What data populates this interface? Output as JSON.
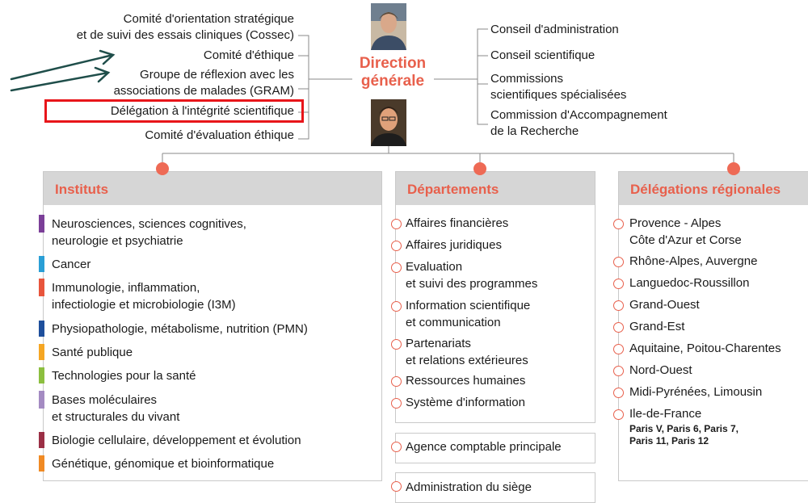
{
  "top_left": [
    {
      "label": "Comité d'orientation stratégique",
      "label2": "et de suivi des essais cliniques (Cossec)"
    },
    {
      "label": "Comité d'éthique"
    },
    {
      "label": "Groupe de réflexion avec les",
      "label2": "associations de malades (GRAM)"
    },
    {
      "label": "Délégation à l'intégrité scientifique"
    },
    {
      "label": "Comité d'évaluation éthique"
    }
  ],
  "direction": {
    "line1": "Direction",
    "line2": "générale"
  },
  "top_right": [
    {
      "label": "Conseil d'administration"
    },
    {
      "label": "Conseil scientifique"
    },
    {
      "label": "Commissions",
      "label2": "scientifiques spécialisées"
    },
    {
      "label": "Commission d'Accompagnement",
      "label2": "de la Recherche"
    }
  ],
  "instituts": {
    "title": "Instituts",
    "items": [
      {
        "label": "Neurosciences, sciences cognitives,",
        "label2": "neurologie et psychiatrie",
        "color": "#7b3f98"
      },
      {
        "label": "Cancer",
        "color": "#2a9fd6"
      },
      {
        "label": "Immunologie, inflammation,",
        "label2": "infectiologie et microbiologie (I3M)",
        "color": "#e8553c"
      },
      {
        "label": "Physiopathologie, métabolisme, nutrition (PMN)",
        "color": "#1e4f9c"
      },
      {
        "label": "Santé publique",
        "color": "#f5a623"
      },
      {
        "label": "Technologies pour la santé",
        "color": "#8cbf3f"
      },
      {
        "label": "Bases moléculaires",
        "label2": "et structurales du vivant",
        "color": "#a48bc2"
      },
      {
        "label": "Biologie cellulaire, développement et évolution",
        "color": "#9b2f45"
      },
      {
        "label": "Génétique, génomique et bioinformatique",
        "color": "#f08a24"
      }
    ]
  },
  "departements": {
    "title": "Départements",
    "items": [
      {
        "label": "Affaires financières"
      },
      {
        "label": "Affaires juridiques"
      },
      {
        "label": "Evaluation",
        "label2": "et suivi des programmes"
      },
      {
        "label": "Information scientifique",
        "label2": "et communication"
      },
      {
        "label": "Partenariats",
        "label2": "et relations extérieures"
      },
      {
        "label": "Ressources humaines"
      },
      {
        "label": "Système d'information"
      }
    ],
    "extra1": "Agence comptable principale",
    "extra2": "Administration du siège"
  },
  "regions": {
    "title": "Délégations régionales",
    "items": [
      {
        "label": "Provence - Alpes",
        "label2": "Côte d'Azur et Corse"
      },
      {
        "label": "Rhône-Alpes, Auvergne"
      },
      {
        "label": "Languedoc-Roussillon"
      },
      {
        "label": "Grand-Ouest"
      },
      {
        "label": "Grand-Est"
      },
      {
        "label": "Aquitaine, Poitou-Charentes"
      },
      {
        "label": "Nord-Ouest"
      },
      {
        "label": "Midi-Pyrénées, Limousin"
      },
      {
        "label": "Ile-de-France",
        "sub1": "Paris V,  Paris 6,  Paris 7,",
        "sub2": "Paris 11, Paris 12"
      }
    ]
  },
  "colors": {
    "accent": "#e8604c",
    "highlight": "#e8151a",
    "arrow": "#1f4e4a",
    "header_bg": "#d6d6d6"
  }
}
